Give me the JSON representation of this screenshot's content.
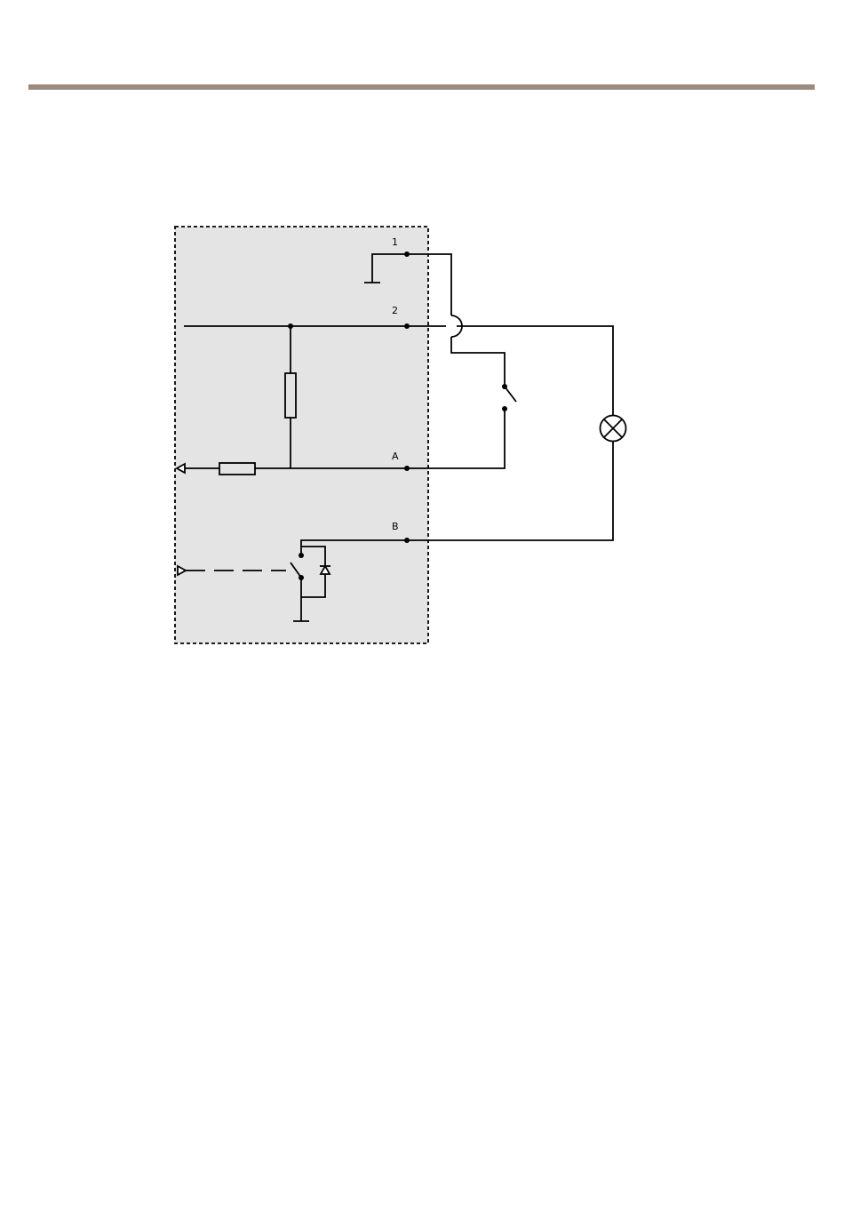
{
  "colors": {
    "header_rule": "#9c8a7c",
    "device_fill": "#e4e4e4",
    "wire": "#000000",
    "page_background": "#ffffff"
  },
  "terminals": {
    "t1": "1",
    "t2": "2",
    "tA": "A",
    "tB": "B"
  },
  "components": [
    "ground-symbol",
    "resistor",
    "input-arrow",
    "switch",
    "lamp",
    "relay-switch",
    "diode",
    "output-arrow"
  ]
}
